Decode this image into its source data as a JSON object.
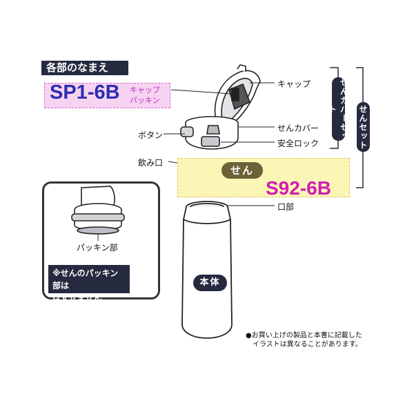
{
  "header": {
    "title": "各部のなまえ"
  },
  "sp": {
    "code": "SP1-6B",
    "sub_line1": "キャップ",
    "sub_line2": "パッキン"
  },
  "sen_part": {
    "code": "S92-6B",
    "badge": "せん"
  },
  "labels": {
    "cap": "キャップ",
    "button": "ボタン",
    "sen_cover": "せんカバー",
    "safety_lock": "安全ロック",
    "drinking_spout": "飲み口",
    "mouth": "口部",
    "packing_part": "パッキン部"
  },
  "brackets": {
    "sen_cover_set": "せんカバーセット",
    "sen_set": "せんセット"
  },
  "inset_note": {
    "line1": "※せんのパッキン部は",
    "line2": "はずせません"
  },
  "body_label": "本体",
  "footnote": {
    "line1": "●お買い上げの製品と本書に記載した",
    "line2": "イラストは異なることがあります。"
  },
  "colors": {
    "navy": "#262a3f",
    "pink_bg": "#f7d3f2",
    "blue_code": "#2a2fb0",
    "magenta": "#d21bb5",
    "yellow_bg": "#fbf5b6",
    "olive": "#6b6238"
  }
}
